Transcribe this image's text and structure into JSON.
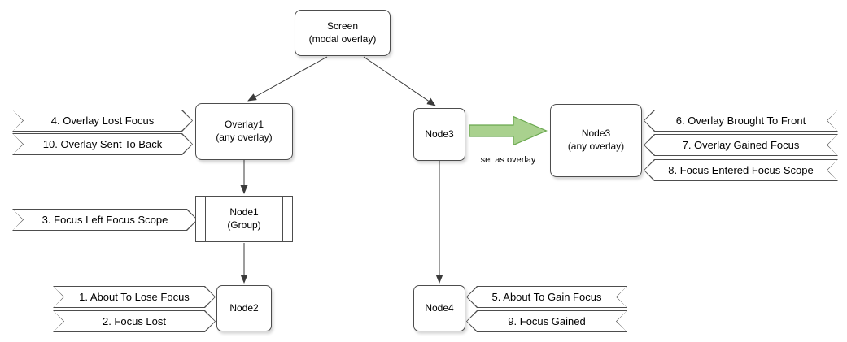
{
  "nodes": {
    "screen": {
      "title": "Screen",
      "subtitle": "(modal overlay)"
    },
    "overlay1": {
      "title": "Overlay1",
      "subtitle": "(any overlay)"
    },
    "node1": {
      "title": "Node1",
      "subtitle": "(Group)"
    },
    "node2": {
      "title": "Node2"
    },
    "node3": {
      "title": "Node3"
    },
    "node3_overlay": {
      "title": "Node3",
      "subtitle": "(any overlay)"
    },
    "node4": {
      "title": "Node4"
    }
  },
  "events": {
    "about_to_lose_focus": "1. About To Lose Focus",
    "focus_lost": "2. Focus Lost",
    "focus_left_focus_scope": "3. Focus Left Focus Scope",
    "overlay_lost_focus": "4. Overlay Lost Focus",
    "about_to_gain_focus": "5. About To Gain Focus",
    "overlay_brought_to_front": "6. Overlay Brought To Front",
    "overlay_gained_focus": "7. Overlay Gained Focus",
    "focus_entered_focus_scope": "8. Focus Entered Focus Scope",
    "focus_gained": "9. Focus Gained",
    "overlay_sent_to_back": "10. Overlay Sent To Back"
  },
  "labels": {
    "set_as_overlay": "set as overlay"
  },
  "colors": {
    "node_border": "#4d4d4d",
    "connector": "#3b3b3b",
    "arrow_fill": "#a9d18e",
    "arrow_border": "#6aa84f"
  }
}
